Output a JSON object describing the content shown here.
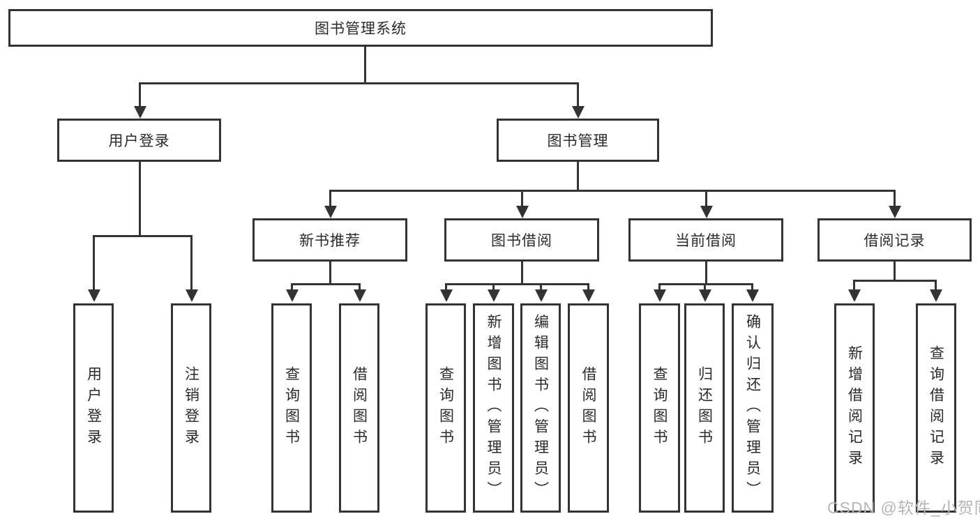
{
  "tree": {
    "label": "图书管理系统",
    "children": [
      {
        "label": "用户登录",
        "children": [
          {
            "label": "用户登录"
          },
          {
            "label": "注销登录"
          }
        ]
      },
      {
        "label": "图书管理",
        "children": [
          {
            "label": "新书推荐",
            "children": [
              {
                "label": "查询图书"
              },
              {
                "label": "借阅图书"
              }
            ]
          },
          {
            "label": "图书借阅",
            "children": [
              {
                "label": "查询图书"
              },
              {
                "label": "新增图书（管理员）"
              },
              {
                "label": "编辑图书（管理员）"
              },
              {
                "label": "借阅图书"
              }
            ]
          },
          {
            "label": "当前借阅",
            "children": [
              {
                "label": "查询图书"
              },
              {
                "label": "归还图书"
              },
              {
                "label": "确认归还（管理员）"
              }
            ]
          },
          {
            "label": "借阅记录",
            "children": [
              {
                "label": "新增借阅记录"
              },
              {
                "label": "查询借阅记录"
              }
            ]
          }
        ]
      }
    ]
  },
  "watermark": {
    "text": "CSDN @软件_小贺同学"
  },
  "colors": {
    "line": "#333333",
    "box_border": "#333333",
    "text": "#2a2a2a",
    "background": "#ffffff",
    "watermark": "#b5b5b5"
  }
}
